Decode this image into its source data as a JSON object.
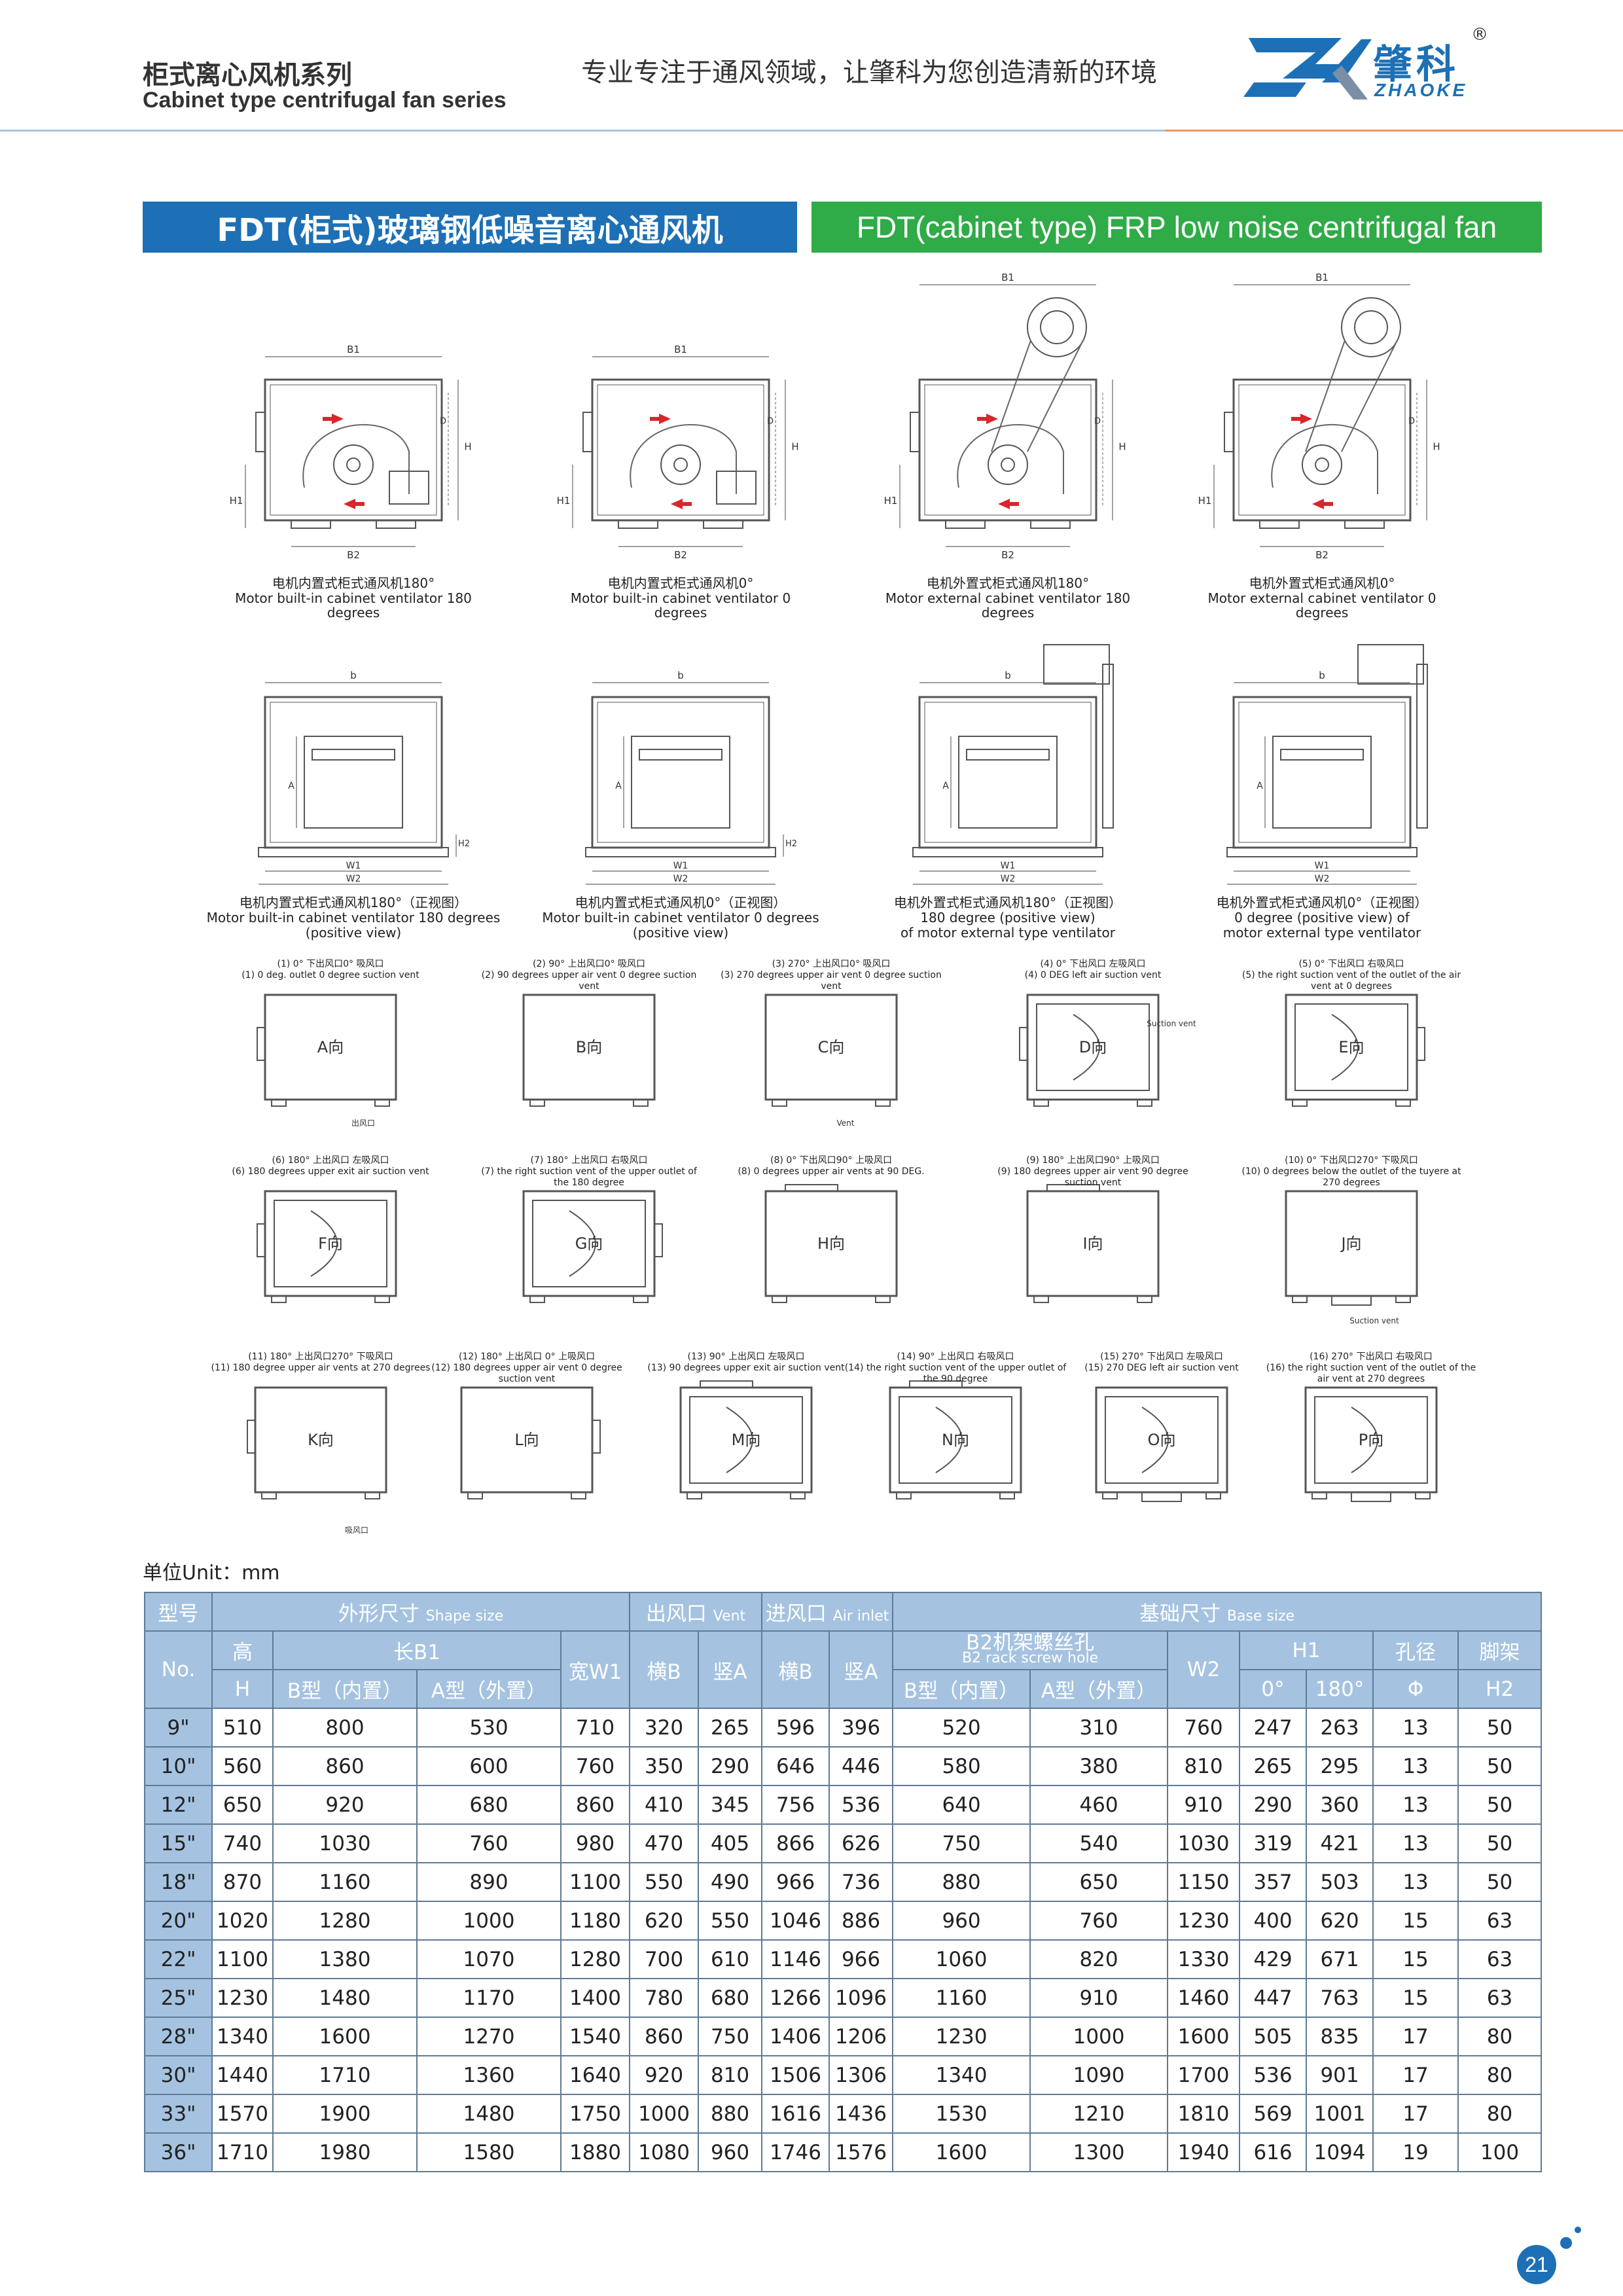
{
  "header": {
    "title_cn": "柜式离心风机系列",
    "title_en": "Cabinet type centrifugal fan series",
    "slogan": "专业专注于通风领域，让肇科为您创造清新的环境",
    "logo_cn": "肇科",
    "logo_en": "ZHAOKE",
    "logo_reg": "®"
  },
  "banner": {
    "cn": "FDT(柜式)玻璃钢低噪音离心通风机",
    "en": "FDT(cabinet type) FRP low noise centrifugal fan"
  },
  "drawings": {
    "dim_labels": {
      "b1": "B1",
      "b2": "B2",
      "h": "H",
      "h1": "H1",
      "h2": "H2",
      "d": "D",
      "a": "A",
      "b": "b",
      "w1": "W1",
      "w2": "W2"
    },
    "side_views": [
      {
        "cn": "电机内置式柜式通风机180°",
        "en": "Motor built-in cabinet ventilator 180 degrees"
      },
      {
        "cn": "电机内置式柜式通风机0°",
        "en": "Motor built-in cabinet ventilator 0 degrees"
      },
      {
        "cn": "电机外置式柜式通风机180°",
        "en": "Motor external cabinet ventilator 180 degrees"
      },
      {
        "cn": "电机外置式柜式通风机0°",
        "en": "Motor external cabinet ventilator 0 degrees"
      }
    ],
    "front_views": [
      {
        "cn": "电机内置式柜式通风机180°（正视图）",
        "en": "Motor built-in cabinet ventilator 180 degrees",
        "en2": "(positive view)"
      },
      {
        "cn": "电机内置式柜式通风机0°（正视图）",
        "en": "Motor built-in cabinet ventilator 0 degrees",
        "en2": "(positive view)"
      },
      {
        "cn": "电机外置式柜式通风机180°（正视图）",
        "en": "180 degree (positive view)",
        "en2": "of motor external type ventilator"
      },
      {
        "cn": "电机外置式柜式通风机0°（正视图）",
        "en": "0 degree (positive view) of",
        "en2": "motor external type ventilator"
      }
    ],
    "directions": [
      {
        "cn": "(1) 0° 下出风口0° 吸风口",
        "en": "(1) 0 deg. outlet 0 degree suction vent",
        "label": "A向"
      },
      {
        "cn": "(2) 90° 上出风口0° 吸风口",
        "en": "(2) 90 degrees upper air vent 0 degree suction vent",
        "label": "B向"
      },
      {
        "cn": "(3) 270° 上出风口0° 吸风口",
        "en": "(3) 270 degrees upper air vent 0 degree suction vent",
        "label": "C向"
      },
      {
        "cn": "(4) 0° 下出风口  左吸风口",
        "en": "(4) 0 DEG left air suction vent",
        "label": "D向"
      },
      {
        "cn": "(5) 0° 下出风口  右吸风口",
        "en": "(5) the right suction vent of the outlet of the air vent at 0 degrees",
        "label": "E向"
      },
      {
        "cn": "(6) 180° 上出风口  左吸风口",
        "en": "(6) 180 degrees upper exit air suction vent",
        "label": "F向"
      },
      {
        "cn": "(7) 180° 上出风口  右吸风口",
        "en": "(7) the right suction vent of the upper outlet of the 180 degree",
        "label": "G向"
      },
      {
        "cn": "(8) 0° 下出风口90° 上吸风口",
        "en": "(8) 0 degrees upper air vents at 90 DEG.",
        "label": "H向"
      },
      {
        "cn": "(9) 180° 上出风口90° 上吸风口",
        "en": "(9) 180 degrees upper air vent 90 degree suction vent",
        "label": "I向"
      },
      {
        "cn": "(10) 0° 下出风口270° 下吸风口",
        "en": "(10) 0 degrees below the outlet of the tuyere at 270 degrees",
        "label": "J向"
      },
      {
        "cn": "(11) 180° 上出风口270° 下吸风口",
        "en": "(11) 180 degree upper air vents at 270 degrees",
        "label": "K向"
      },
      {
        "cn": "(12) 180° 上出风口 0° 上吸风口",
        "en": "(12) 180 degrees upper air vent 0 degree suction vent",
        "label": "L向"
      },
      {
        "cn": "(13) 90° 上出风口  左吸风口",
        "en": "(13) 90 degrees upper exit air suction vent",
        "label": "M向"
      },
      {
        "cn": "(14) 90° 上出风口  右吸风口",
        "en": "(14) the right suction vent of the upper outlet of the 90 degree",
        "label": "N向"
      },
      {
        "cn": "(15) 270° 下出风口  左吸风口",
        "en": "(15) 270 DEG left air suction vent",
        "label": "O向"
      },
      {
        "cn": "(16) 270° 下出风口  右吸风口",
        "en": "(16) the right suction vent of the outlet of the air vent at 270 degrees",
        "label": "P向"
      }
    ],
    "vent_cn": "出风口",
    "vent_en": "Vent",
    "suction_cn": "吸风口",
    "suction_en": "Suction vent"
  },
  "table": {
    "unit": "单位Unit：mm",
    "h_model": "型号",
    "h_no": "No.",
    "h_shape_cn": "外形尺寸",
    "h_shape_en": "Shape size",
    "h_vent_cn": "出风口",
    "h_vent_en": "Vent",
    "h_inlet_cn": "进风口",
    "h_inlet_en": "Air inlet",
    "h_base_cn": "基础尺寸",
    "h_base_en": "Base size",
    "h_high": "高",
    "h_H": "H",
    "h_b1": "长B1",
    "h_b_type": "B型（内置）",
    "h_a_type": "A型（外置）",
    "h_w1": "宽W1",
    "h_hb": "横B",
    "h_va": "竖A",
    "h_b2_cn": "B2机架螺丝孔",
    "h_b2_en": "B2 rack screw hole",
    "h_w2": "W2",
    "h_h1": "H1",
    "h_0deg": "0°",
    "h_180deg": "180°",
    "h_hole": "孔径",
    "h_phi": "Φ",
    "h_stand": "脚架",
    "h_h2": "H2",
    "rows": [
      [
        "9\"",
        "510",
        "800",
        "530",
        "710",
        "320",
        "265",
        "596",
        "396",
        "520",
        "310",
        "760",
        "247",
        "263",
        "13",
        "50"
      ],
      [
        "10\"",
        "560",
        "860",
        "600",
        "760",
        "350",
        "290",
        "646",
        "446",
        "580",
        "380",
        "810",
        "265",
        "295",
        "13",
        "50"
      ],
      [
        "12\"",
        "650",
        "920",
        "680",
        "860",
        "410",
        "345",
        "756",
        "536",
        "640",
        "460",
        "910",
        "290",
        "360",
        "13",
        "50"
      ],
      [
        "15\"",
        "740",
        "1030",
        "760",
        "980",
        "470",
        "405",
        "866",
        "626",
        "750",
        "540",
        "1030",
        "319",
        "421",
        "13",
        "50"
      ],
      [
        "18\"",
        "870",
        "1160",
        "890",
        "1100",
        "550",
        "490",
        "966",
        "736",
        "880",
        "650",
        "1150",
        "357",
        "503",
        "13",
        "50"
      ],
      [
        "20\"",
        "1020",
        "1280",
        "1000",
        "1180",
        "620",
        "550",
        "1046",
        "886",
        "960",
        "760",
        "1230",
        "400",
        "620",
        "15",
        "63"
      ],
      [
        "22\"",
        "1100",
        "1380",
        "1070",
        "1280",
        "700",
        "610",
        "1146",
        "966",
        "1060",
        "820",
        "1330",
        "429",
        "671",
        "15",
        "63"
      ],
      [
        "25\"",
        "1230",
        "1480",
        "1170",
        "1400",
        "780",
        "680",
        "1266",
        "1096",
        "1160",
        "910",
        "1460",
        "447",
        "763",
        "15",
        "63"
      ],
      [
        "28\"",
        "1340",
        "1600",
        "1270",
        "1540",
        "860",
        "750",
        "1406",
        "1206",
        "1230",
        "1000",
        "1600",
        "505",
        "835",
        "17",
        "80"
      ],
      [
        "30\"",
        "1440",
        "1710",
        "1360",
        "1640",
        "920",
        "810",
        "1506",
        "1306",
        "1340",
        "1090",
        "1700",
        "536",
        "901",
        "17",
        "80"
      ],
      [
        "33\"",
        "1570",
        "1900",
        "1480",
        "1750",
        "1000",
        "880",
        "1616",
        "1436",
        "1530",
        "1210",
        "1810",
        "569",
        "1001",
        "17",
        "80"
      ],
      [
        "36\"",
        "1710",
        "1980",
        "1580",
        "1880",
        "1080",
        "960",
        "1746",
        "1576",
        "1600",
        "1300",
        "1940",
        "616",
        "1094",
        "19",
        "100"
      ]
    ]
  },
  "page": {
    "number": "21"
  },
  "colors": {
    "blue": "#1d70b5",
    "green": "#2fab47",
    "table_header": "#a5c3e0"
  }
}
